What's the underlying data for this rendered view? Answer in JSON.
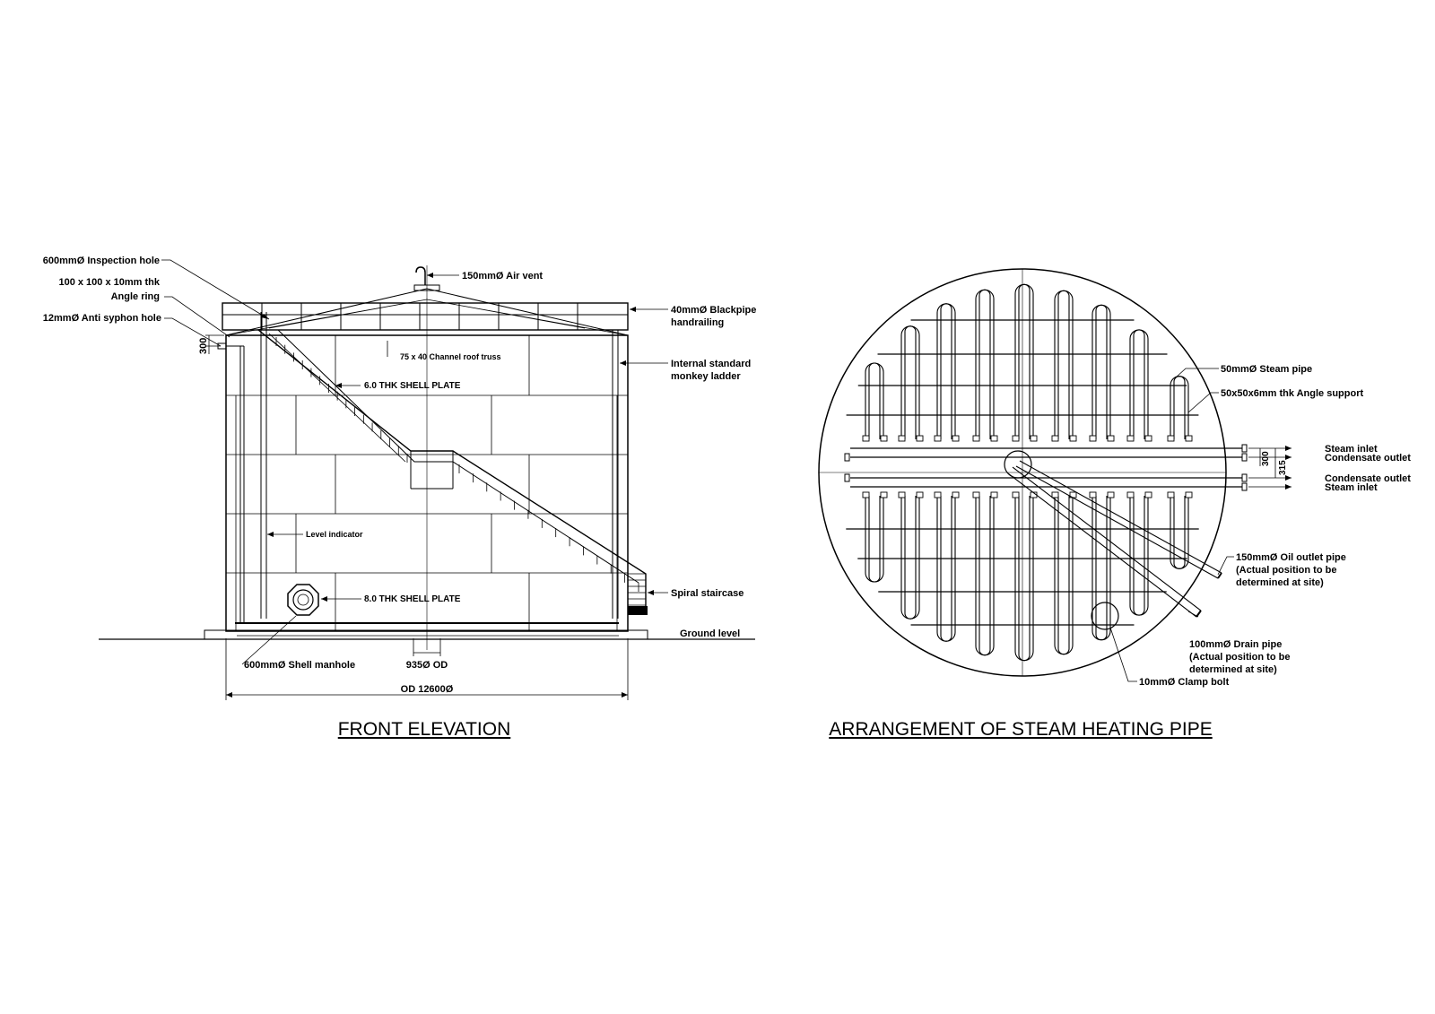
{
  "front_elevation": {
    "title": "FRONT ELEVATION",
    "labels": {
      "inspection_hole": "600mmØ Inspection hole",
      "angle_ring_1": "100 x 100 x 10mm thk",
      "angle_ring_2": "Angle ring",
      "anti_syphon": "12mmØ Anti syphon hole",
      "dim_300": "300",
      "air_vent": "150mmØ Air vent",
      "handrail_1": "40mmØ Blackpipe",
      "handrail_2": "handrailing",
      "roof_truss": "75 x 40 Channel roof truss",
      "shell_plate_6": "6.0 THK SHELL PLATE",
      "monkey_ladder_1": "Internal standard",
      "monkey_ladder_2": "monkey ladder",
      "level_indicator": "Level indicator",
      "shell_plate_8": "8.0 THK SHELL PLATE",
      "spiral_staircase": "Spiral staircase",
      "ground_level": "Ground level",
      "shell_manhole": "600mmØ Shell manhole",
      "od_935": "935Ø OD",
      "od_12600": "OD 12600Ø"
    }
  },
  "steam_heating": {
    "title": "ARRANGEMENT OF STEAM HEATING PIPE",
    "labels": {
      "steam_pipe": "50mmØ Steam pipe",
      "angle_support": "50x50x6mm thk Angle support",
      "steam_inlet_top": "Steam inlet",
      "condensate_outlet_top": "Condensate outlet",
      "condensate_outlet_bottom": "Condensate outlet",
      "steam_inlet_bottom": "Steam inlet",
      "dim_300": "300",
      "dim_315": "315",
      "oil_outlet_1": "150mmØ Oil outlet pipe",
      "oil_outlet_2": "(Actual position to be",
      "oil_outlet_3": "determined at site)",
      "drain_pipe_1": "100mmØ Drain pipe",
      "drain_pipe_2": "(Actual position to be",
      "drain_pipe_3": "determined at site)",
      "clamp_bolt": "10mmØ Clamp bolt"
    }
  }
}
